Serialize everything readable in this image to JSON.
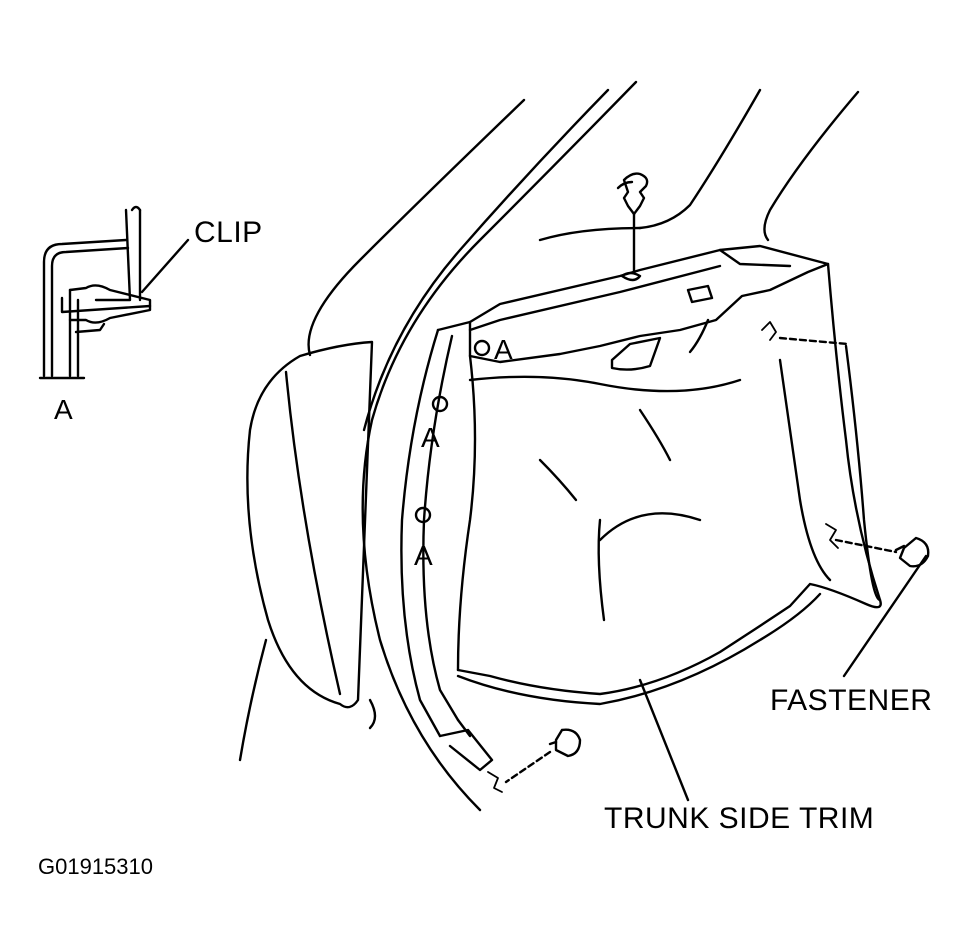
{
  "labels": {
    "clip": "CLIP",
    "clip_detail_ref": "A",
    "clip_point_1": "A",
    "clip_point_2": "A",
    "clip_point_3": "A",
    "fastener": "FASTENER",
    "trunk_side_trim": "TRUNK SIDE TRIM",
    "figure_id": "G01915310"
  },
  "colors": {
    "ink": "#000000",
    "paper": "#ffffff"
  }
}
